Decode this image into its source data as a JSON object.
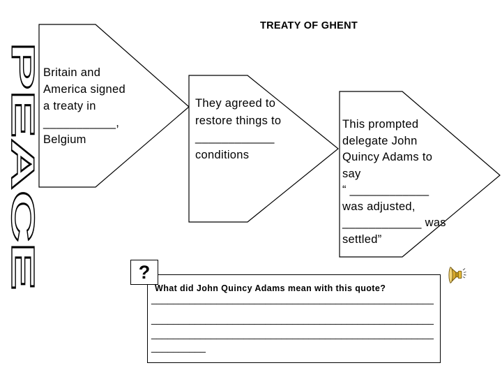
{
  "slide": {
    "title": "TREATY OF GHENT",
    "word_art": "PEACE",
    "chevrons": [
      {
        "text": "Britain and\nAmerica signed\na treaty in\n___________,\nBelgium"
      },
      {
        "text": "They agreed to\nrestore things to\n____________\nconditions"
      },
      {
        "text": "This prompted\ndelegate John\nQuincy Adams to\nsay\n“ ____________\nwas adjusted,\n____________ was\nsettled”"
      }
    ],
    "question_box": {
      "marker": "?",
      "heading": "What did John Quincy Adams mean with this quote?",
      "blanks": [
        "____________________________________________________",
        "____________________________________________________",
        "____________________________________________________",
        "__________"
      ]
    },
    "icons": {
      "audio": "speaker-audio-icon",
      "question_marker": "question-mark"
    },
    "colors": {
      "background": "#ffffff",
      "line": "#000000",
      "speaker_gold": "#d2a327",
      "speaker_dark": "#6e5512",
      "speaker_light": "#f2d578"
    }
  }
}
